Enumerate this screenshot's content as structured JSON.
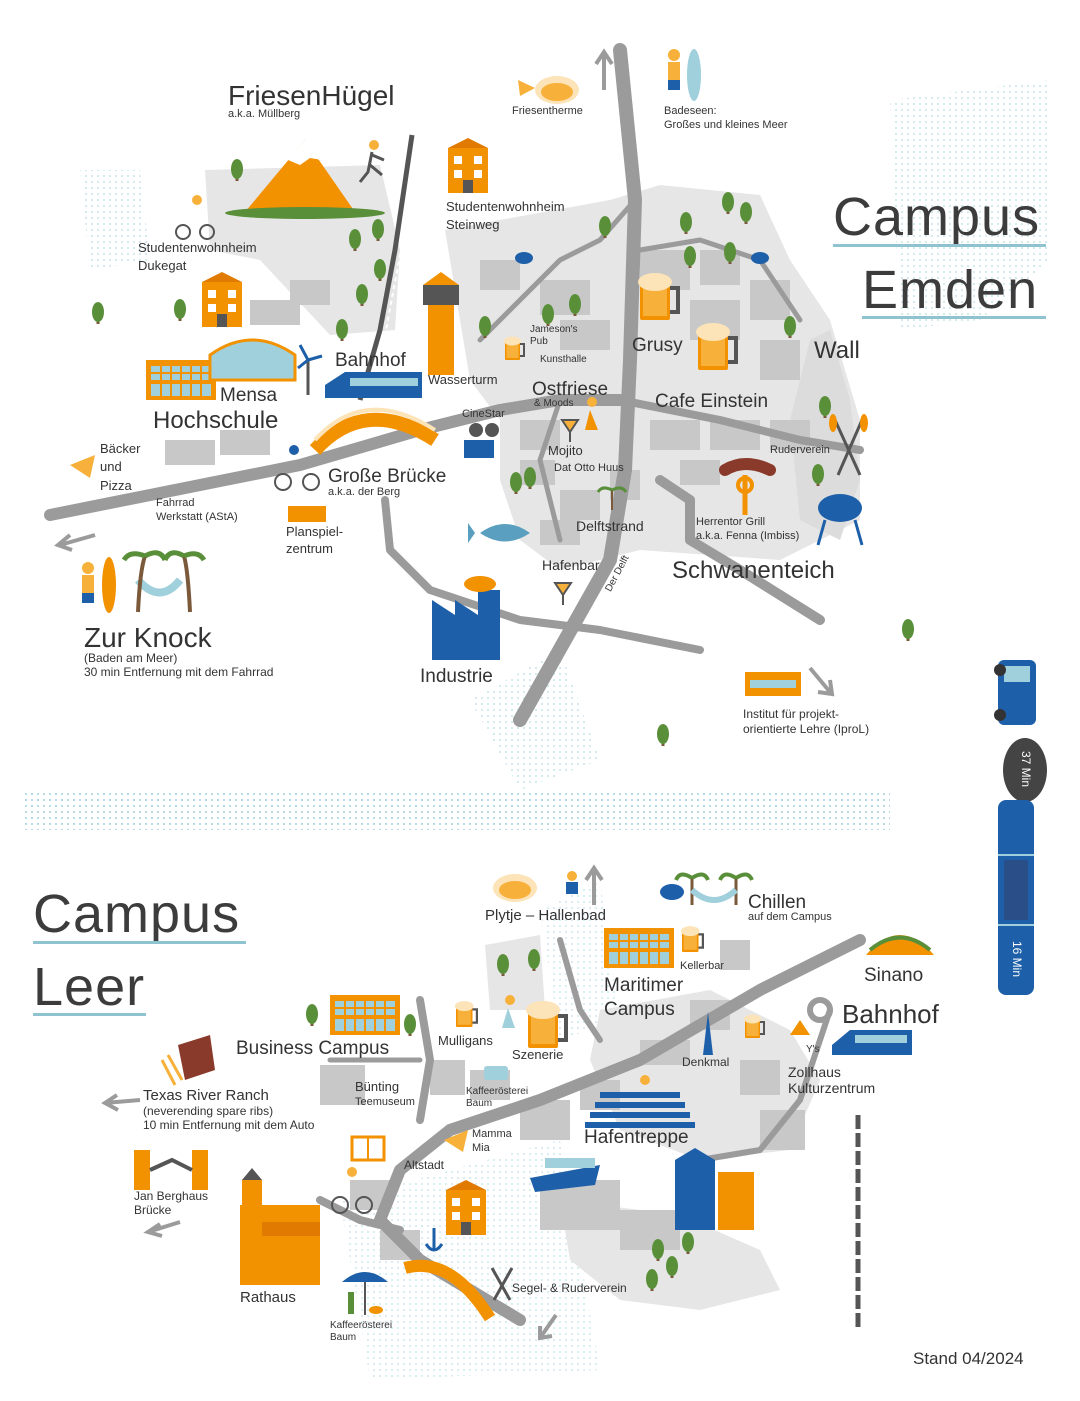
{
  "campus_emden": {
    "title_line1": "Campus",
    "title_line2": "Emden",
    "places": {
      "friesenhuegel": "FriesenHügel",
      "friesenhuegel_aka": "a.k.a. Müllberg",
      "friesentherme": "Friesentherme",
      "badeseen_1": "Badeseen:",
      "badeseen_2": "Großes und kleines Meer",
      "studentenwohnheim_steinweg_1": "Studentenwohnheim",
      "studentenwohnheim_steinweg_2": "Steinweg",
      "studentenwohnheim_dukegat_1": "Studentenwohnheim",
      "studentenwohnheim_dukegat_2": "Dukegat",
      "bahnhof": "Bahnhof",
      "wasserturm": "Wasserturm",
      "mensa": "Mensa",
      "hochschule": "Hochschule",
      "jamesons_1": "Jameson's",
      "jamesons_2": "Pub",
      "kunsthalle": "Kunsthalle",
      "grusy": "Grusy",
      "ostfriese": "Ostfriese",
      "moods": "& Moods",
      "cafe_einstein": "Cafe Einstein",
      "wall": "Wall",
      "cinestar": "CineStar",
      "baecker_1": "Bäcker",
      "baecker_2": "und",
      "baecker_3": "Pizza",
      "grosse_bruecke": "Große Brücke",
      "grosse_bruecke_aka": "a.k.a. der Berg",
      "mojito": "Mojito",
      "dat_otto_huus": "Dat Otto Huus",
      "ruderverein": "Ruderverein",
      "fahrrad_1": "Fahrrad",
      "fahrrad_2": "Werkstatt (AStA)",
      "planspiel_1": "Planspiel-",
      "planspiel_2": "zentrum",
      "delftstrand": "Delftstrand",
      "herrentor_1": "Herrentor Grill",
      "herrentor_2": "a.k.a. Fenna (Imbiss)",
      "hafenbar": "Hafenbar",
      "der_delft": "Der Delft",
      "schwanenteich": "Schwanenteich",
      "zur_knock": "Zur Knock",
      "zur_knock_sub1": "(Baden am Meer)",
      "zur_knock_sub2": "30 min Entfernung mit dem Fahrrad",
      "industrie": "Industrie",
      "iprol_1": "Institut für projekt-",
      "iprol_2": "orientierte Lehre (IproL)"
    }
  },
  "campus_leer": {
    "title_line1": "Campus",
    "title_line2": "Leer",
    "places": {
      "plytje": "Plytje – Hallenbad",
      "chillen": "Chillen",
      "chillen_sub": "auf dem Campus",
      "kellerbar": "Kellerbar",
      "sinano": "Sinano",
      "maritimer_1": "Maritimer",
      "maritimer_2": "Campus",
      "bahnhof": "Bahnhof",
      "business_campus": "Business Campus",
      "mulligans": "Mulligans",
      "szenerie": "Szenerie",
      "denkmal": "Denkmal",
      "ys": "Y's",
      "zollhaus_1": "Zollhaus",
      "zollhaus_2": "Kulturzentrum",
      "texas_1": "Texas River Ranch",
      "texas_2": "(neverending spare ribs)",
      "texas_3": "10 min Entfernung mit dem Auto",
      "buenting_1": "Bünting",
      "buenting_2": "Teemuseum",
      "kaffee_1": "Kaffeerösterei",
      "kaffee_2": "Baum",
      "mamma_1": "Mamma",
      "mamma_2": "Mia",
      "hafentreppe": "Hafentreppe",
      "altstadt": "Altstadt",
      "jan_berghaus_1": "Jan Berghaus",
      "jan_berghaus_2": "Brücke",
      "segel": "Segel- & Ruderverein",
      "rathaus": "Rathaus",
      "kaffee2_1": "Kaffeerösterei",
      "kaffee2_2": "Baum"
    }
  },
  "travel": {
    "car_time": "37 Min",
    "train_time": "16 Min"
  },
  "footer": {
    "stand": "Stand 04/2024"
  },
  "colors": {
    "road": "#9b9b9b",
    "block": "#c8c8c8",
    "area": "#e6e6e6",
    "water": "#9fd0dc",
    "orange": "#f39200",
    "blue": "#1d5fa8",
    "green": "#5a8f3a",
    "underline": "#8fc3cf"
  }
}
